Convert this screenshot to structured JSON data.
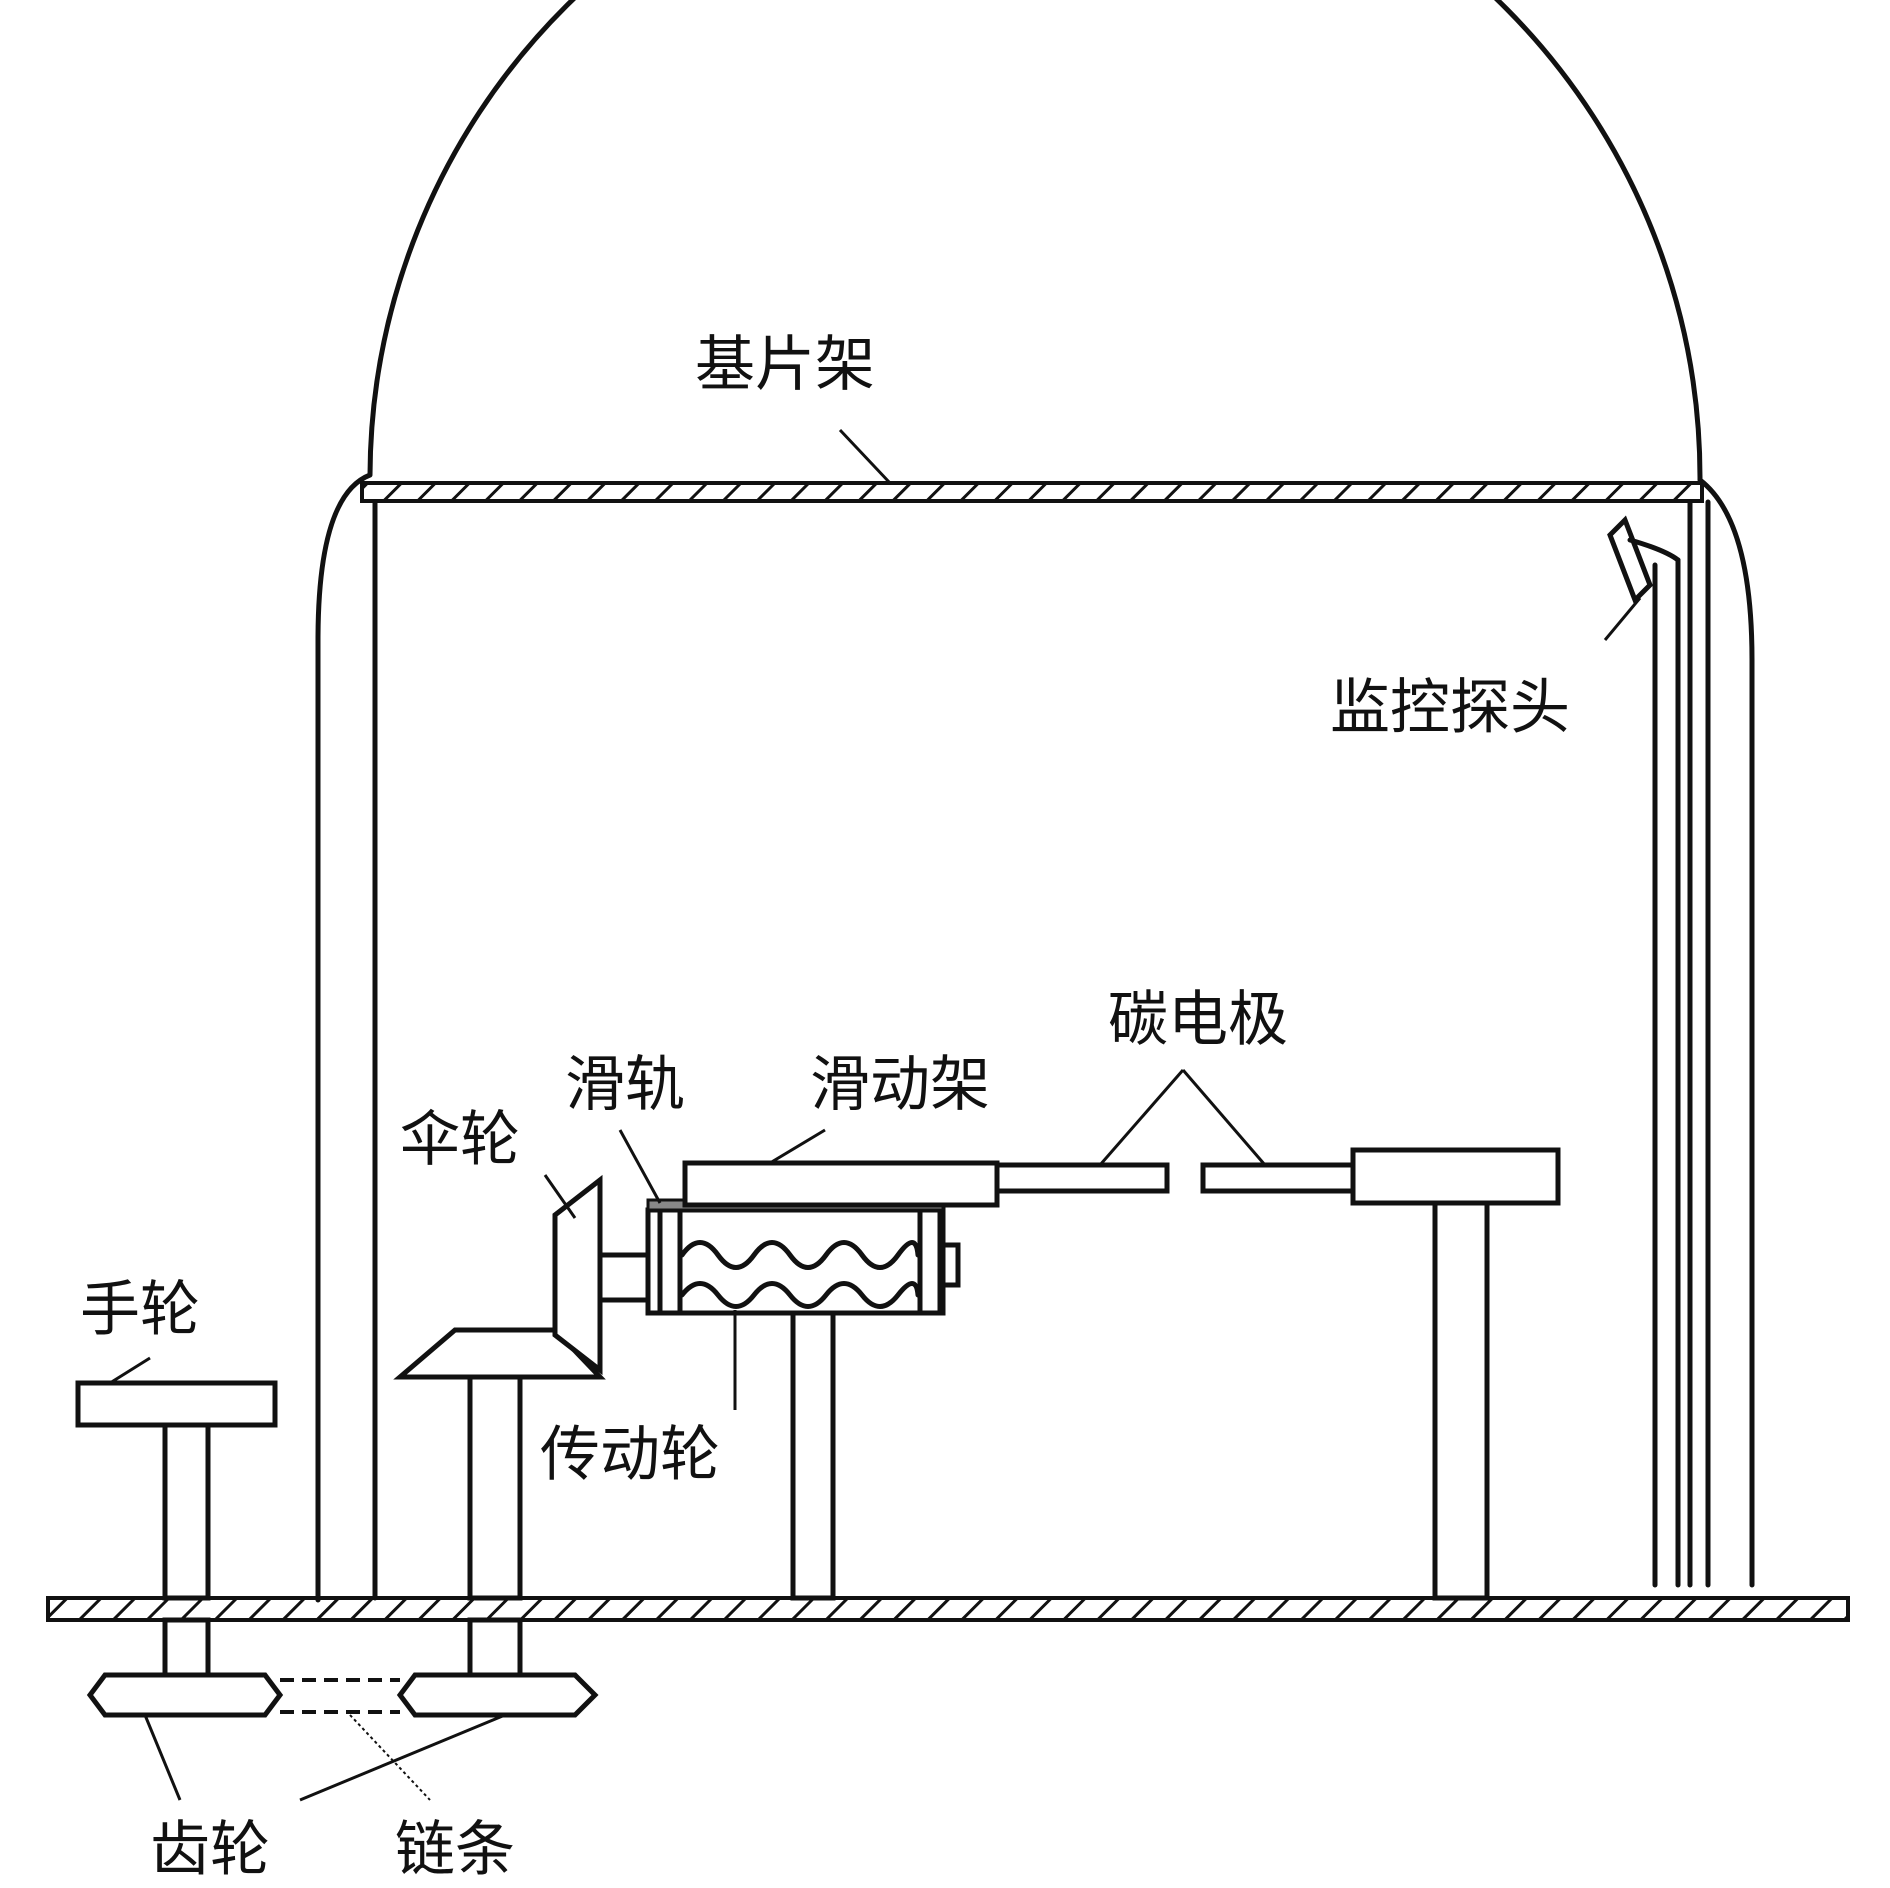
{
  "labels": {
    "substrate_holder": "基片架",
    "monitor_probe": "监控探头",
    "carbon_electrode": "碳电极",
    "slide_rail": "滑轨",
    "sliding_frame": "滑动架",
    "bevel_gear": "伞轮",
    "handwheel": "手轮",
    "transmission_wheel": "传动轮",
    "gear": "齿轮",
    "chain": "链条"
  },
  "colors": {
    "line": "#111111",
    "background": "#ffffff"
  }
}
